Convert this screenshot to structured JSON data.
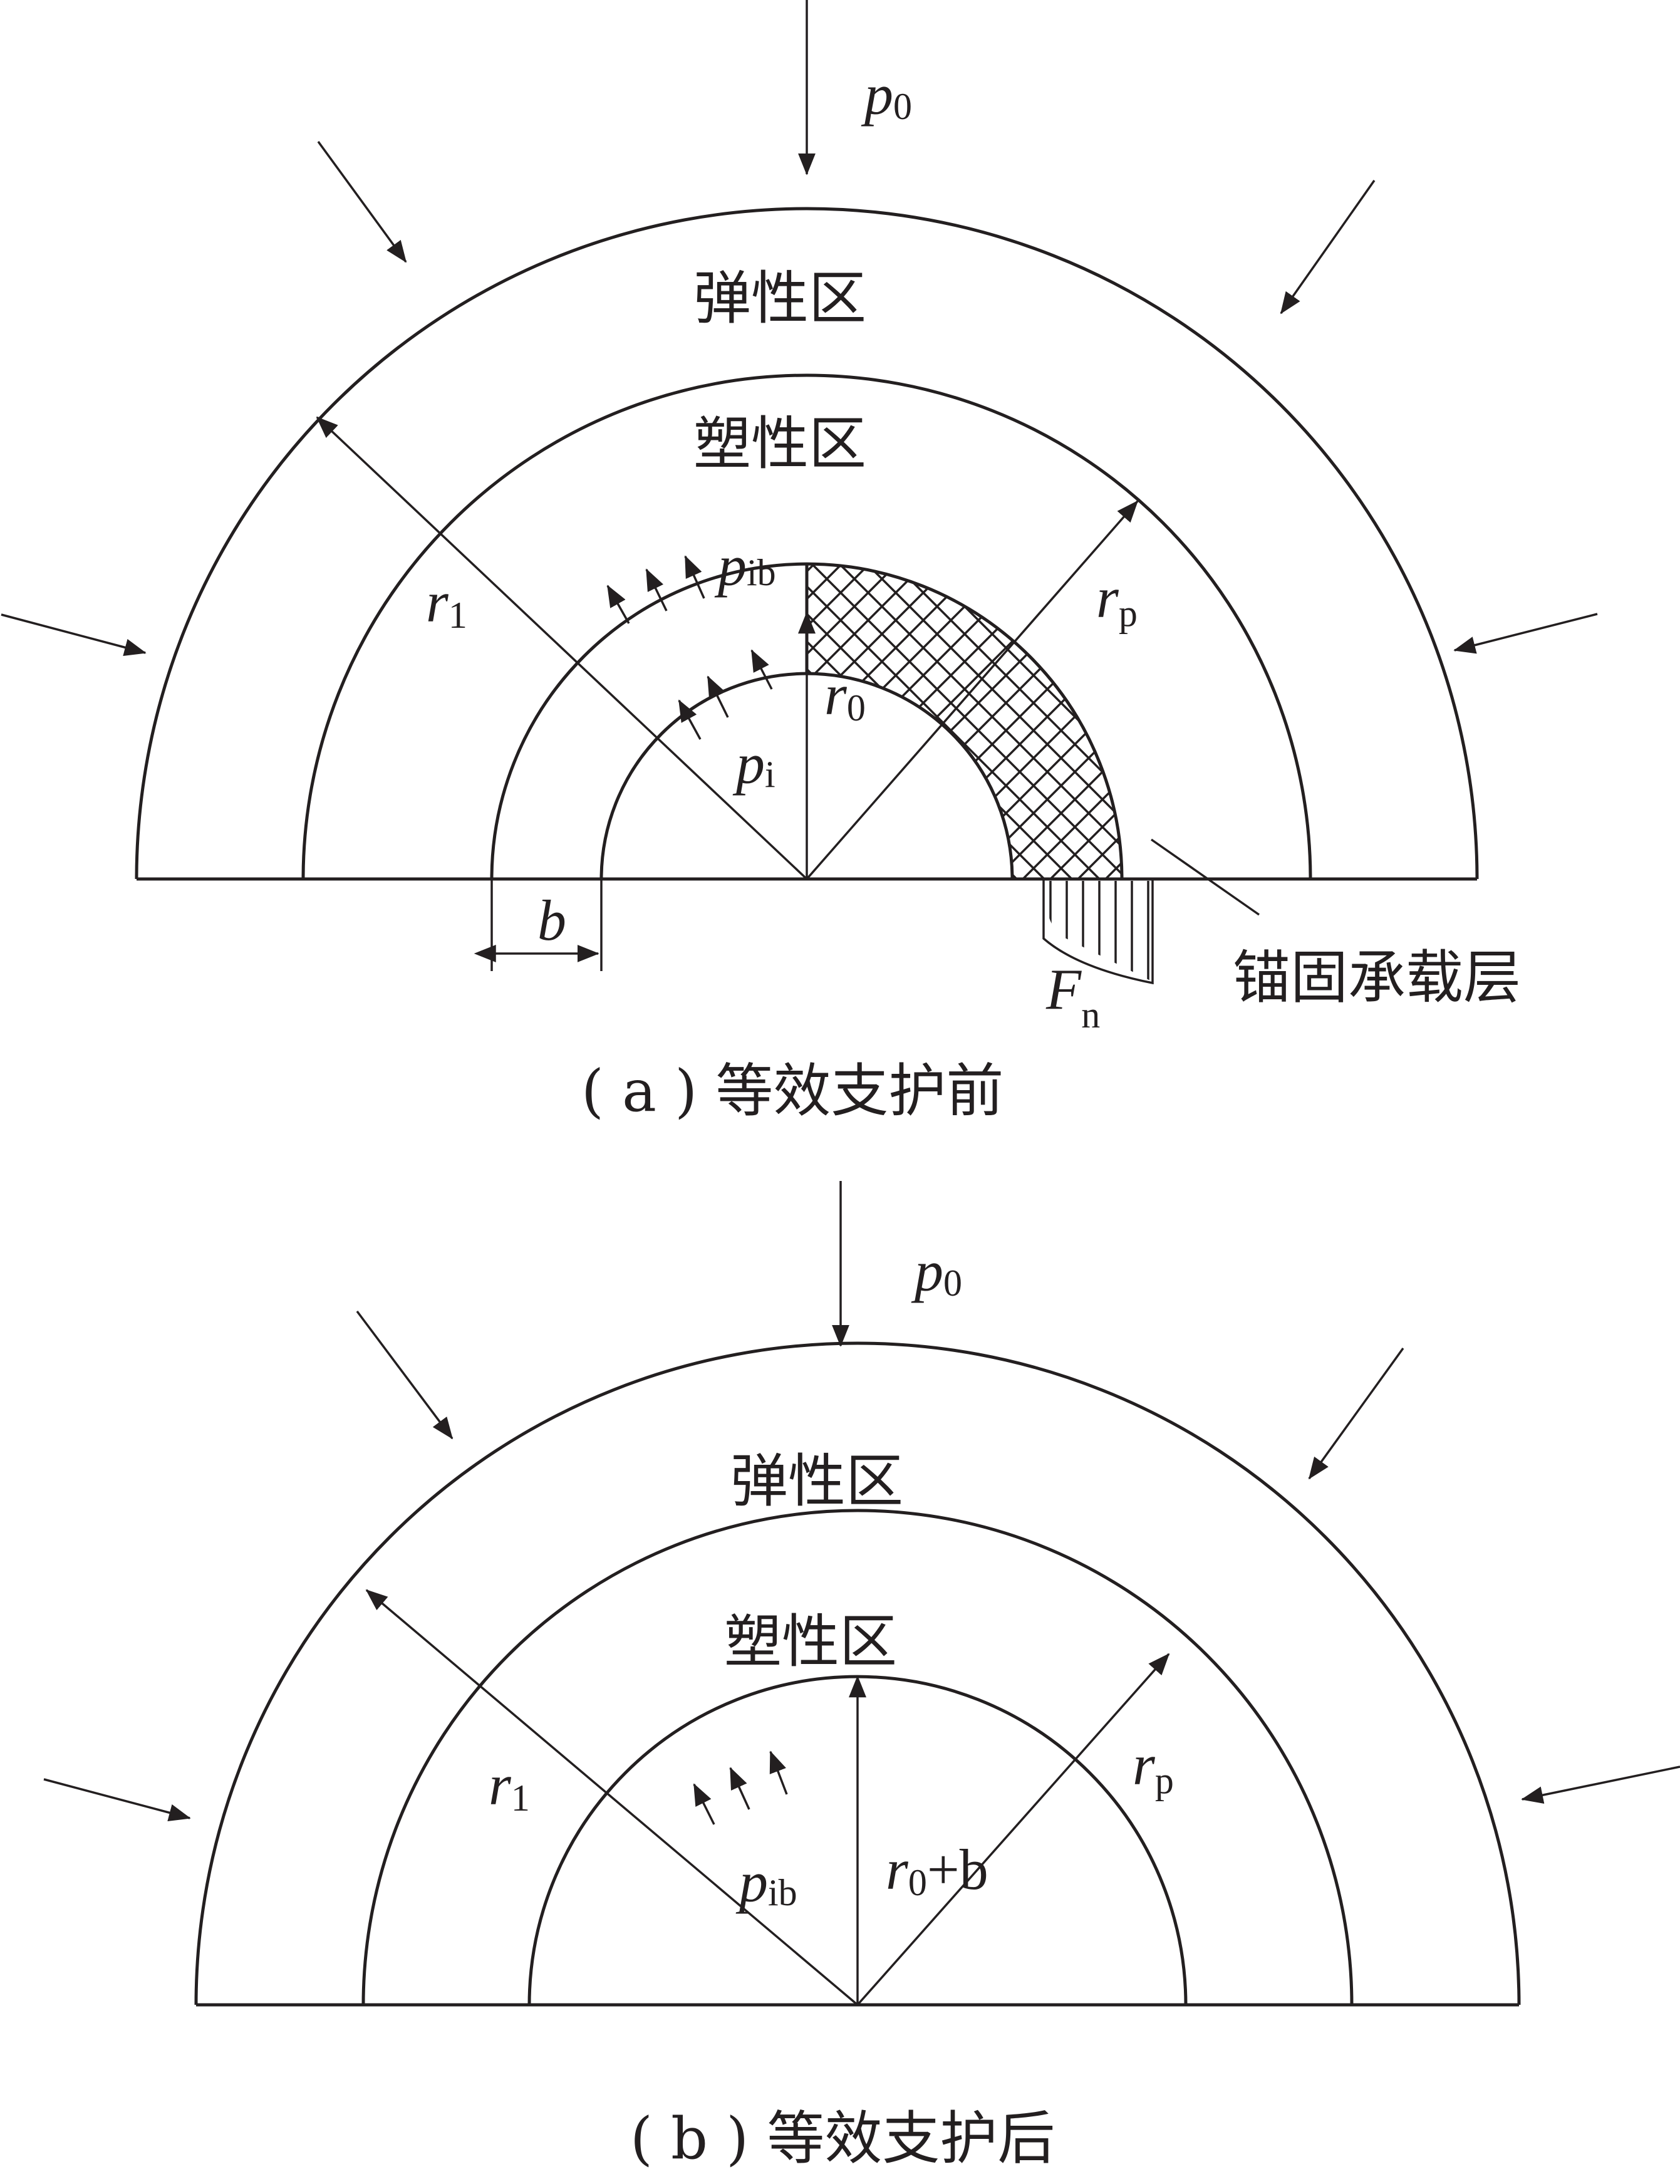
{
  "panel_a": {
    "elastic_zone": "弹性区",
    "plastic_zone": "塑性区",
    "p0": {
      "main": "p",
      "sub": "0"
    },
    "r1": {
      "main": "r",
      "sub": "1"
    },
    "rp": {
      "main": "r",
      "sub": "p"
    },
    "r0": {
      "main": "r",
      "sub": "0"
    },
    "pib": {
      "main": "p",
      "sub": "ib"
    },
    "pi": {
      "main": "p",
      "sub": "i"
    },
    "b": "b",
    "Fn": {
      "main": "F",
      "sub": "n"
    },
    "anchor_layer": "锚固承载层",
    "caption": "( a ) 等效支护前"
  },
  "panel_b": {
    "elastic_zone": "弹性区",
    "plastic_zone": "塑性区",
    "p0": {
      "main": "p",
      "sub": "0"
    },
    "r1": {
      "main": "r",
      "sub": "1"
    },
    "rp": {
      "main": "r",
      "sub": "p"
    },
    "pib": {
      "main": "p",
      "sub": "ib"
    },
    "r0b": {
      "main": "r",
      "sub": "0",
      "tail": "+b"
    },
    "caption": "( b ) 等效支护后"
  },
  "colors": {
    "ink": "#231f20",
    "background": "#ffffff"
  }
}
